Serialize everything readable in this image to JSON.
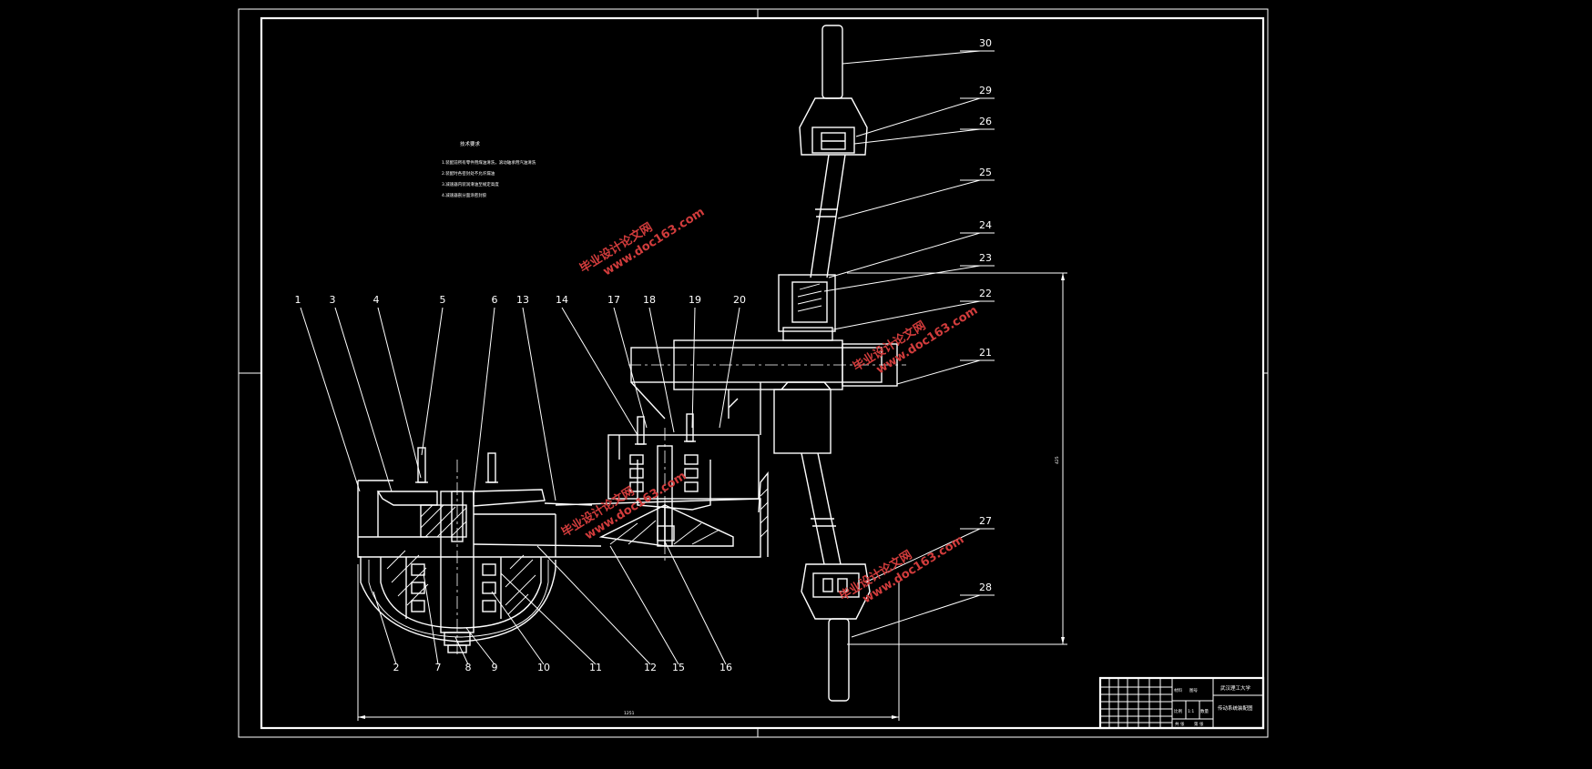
{
  "balloons": [
    "1",
    "2",
    "3",
    "4",
    "5",
    "6",
    "7",
    "8",
    "9",
    "10",
    "11",
    "12",
    "13",
    "14",
    "15",
    "16",
    "17",
    "18",
    "19",
    "20",
    "21",
    "22",
    "23",
    "24",
    "25",
    "26",
    "27",
    "28",
    "29",
    "30"
  ],
  "tech_requirements": {
    "title": "技术要求",
    "lines": [
      "1.装配前所有零件用煤油清洗，滚动轴承用汽油清洗",
      "2.装配时各密封处不允许漏油",
      "3.减速器内装润滑油至规定高度",
      "4.减速器剖分面涂密封胶"
    ]
  },
  "dimensions": {
    "overall_length": "1251",
    "overall_height": "425"
  },
  "title_block": {
    "school": "武汉理工大学",
    "drawing_name": "传动系统装配图",
    "cells": [
      "比例",
      "1:1",
      "数量",
      "材料",
      "图号",
      "共 张",
      "第 张"
    ]
  },
  "watermark": {
    "line1": "毕业设计论文网",
    "line2": "www.doc163.com"
  }
}
